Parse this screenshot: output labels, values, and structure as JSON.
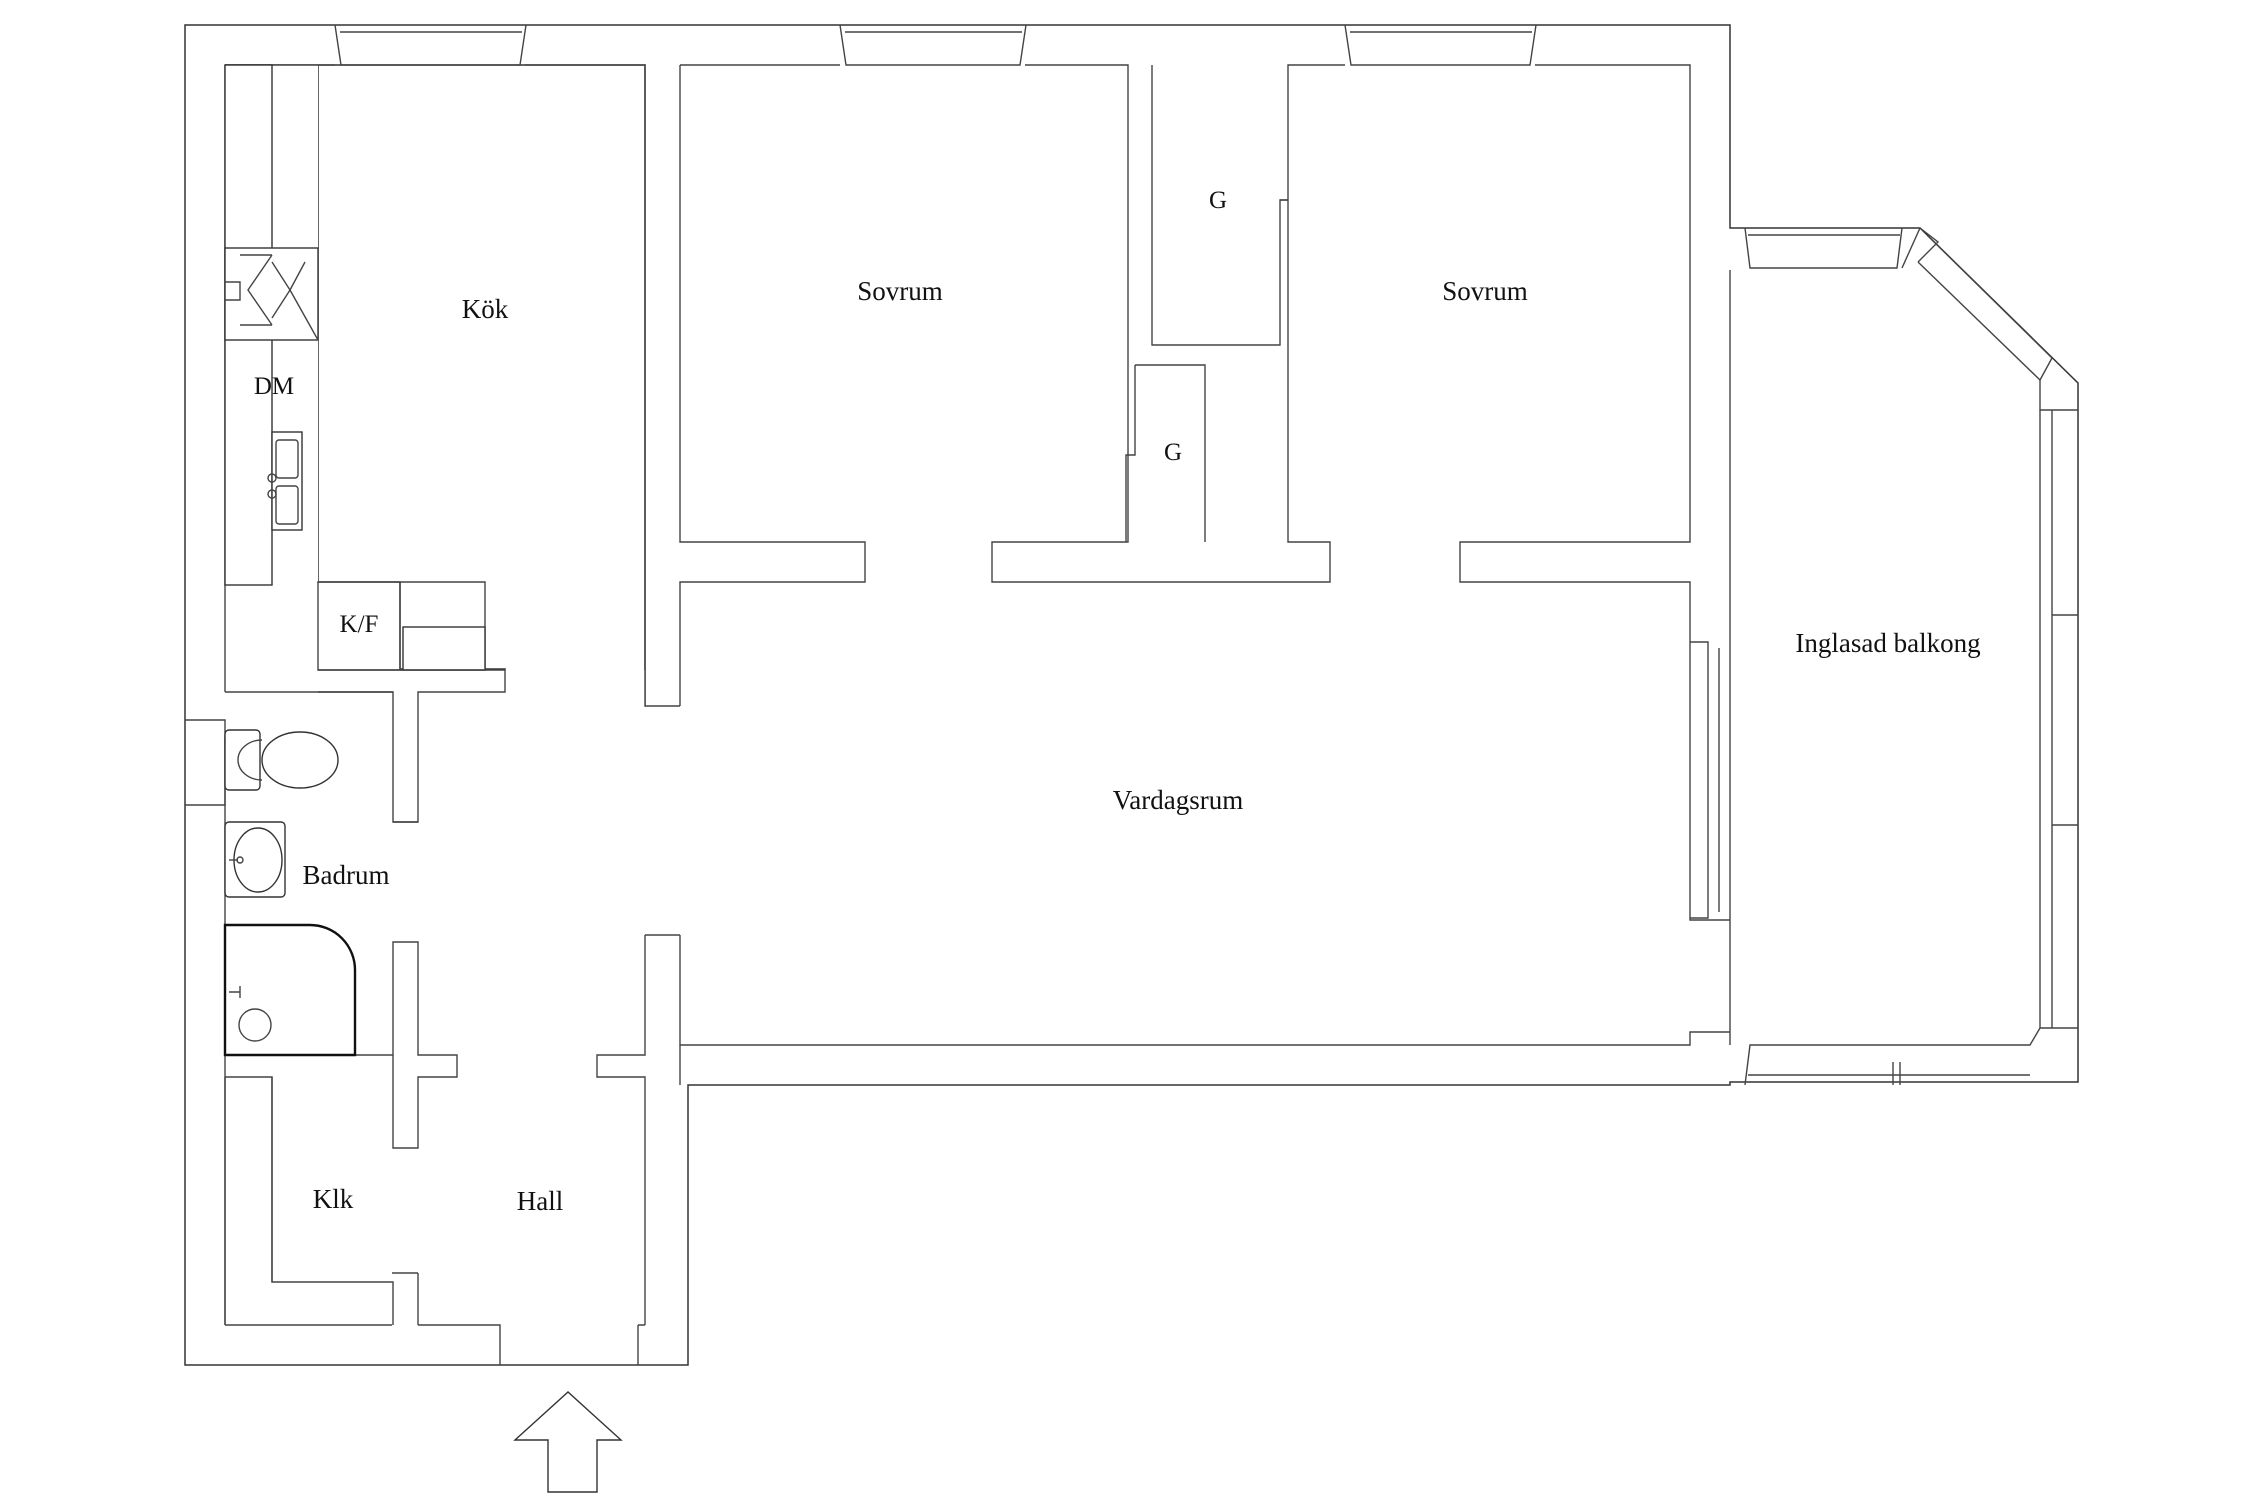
{
  "rooms": {
    "kitchen": "Kök",
    "bedroom_left": "Sovrum",
    "bedroom_right": "Sovrum",
    "closet_upper": "G",
    "closet_lower": "G",
    "dishwasher": "DM",
    "fridge_freezer": "K/F",
    "bathroom": "Badrum",
    "living_room": "Vardagsrum",
    "balcony": "Inglasad balkong",
    "wardrobe": "Klk",
    "hall": "Hall"
  },
  "entrance": {
    "icon": "entrance-arrow-icon"
  }
}
